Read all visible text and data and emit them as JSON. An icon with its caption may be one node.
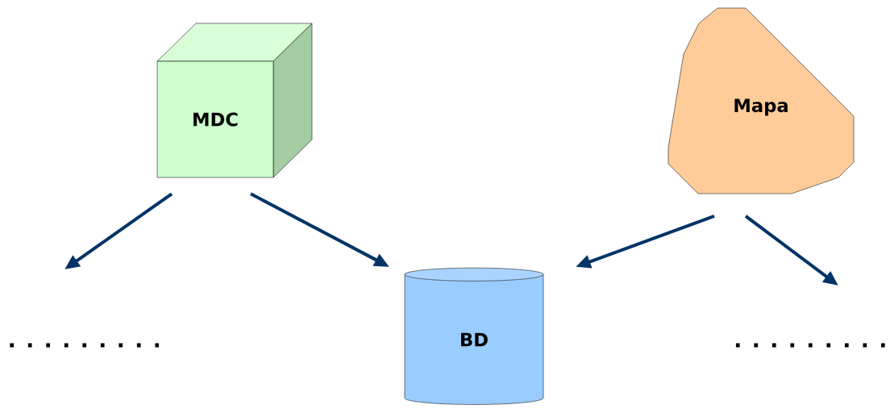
{
  "diagram": {
    "nodes": [
      {
        "text": [
          "MDC"
        ]
      },
      {
        "text": [
          "Mapa"
        ]
      },
      {
        "text": [
          "BD"
        ]
      }
    ],
    "edges": [
      {
        "from": 0,
        "to": null,
        "arrow": "to"
      },
      {
        "from": 0,
        "to": 2,
        "arrow": "to"
      },
      {
        "from": 1,
        "to": 2,
        "arrow": "to"
      },
      {
        "from": 1,
        "to": null,
        "arrow": "to"
      }
    ],
    "labels": [
      ". . . . . . . . .",
      ". . . . . . . . ."
    ]
  }
}
